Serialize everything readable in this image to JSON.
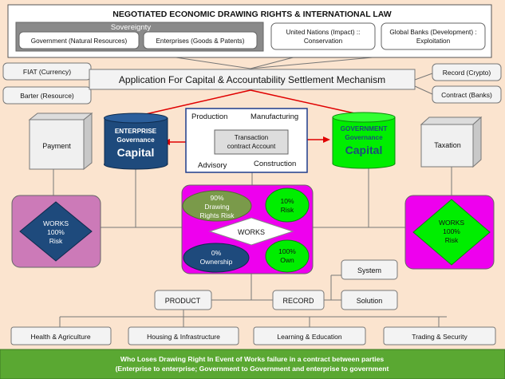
{
  "header": {
    "title": "NEGOTIATED ECONOMIC DRAWING RIGHTS & INTERNATIONAL LAW",
    "sovereignty": {
      "label": "Sovereignty",
      "items": [
        "Government (Natural Resources)",
        "Enterprises (Goods & Patents)"
      ]
    },
    "un": [
      "United Nations (Impact) ::",
      "Conservation"
    ],
    "banks": [
      "Global Banks (Development) :",
      "Exploitation"
    ]
  },
  "side_left": [
    "FIAT (Currency)",
    "Barter (Resource)"
  ],
  "side_right": [
    "Record (Crypto)",
    "Contract (Banks)"
  ],
  "application_bar": "Application For Capital & Accountability Settlement Mechanism",
  "enterprise": {
    "line1": "ENTERPRISE",
    "line2": "Governance",
    "line3": "Capital"
  },
  "government": {
    "line1": "GOVERNMENT",
    "line2": "Governance",
    "line3": "Capital"
  },
  "payment": "Payment",
  "taxation": "Taxation",
  "contract_box": {
    "production": "Production",
    "manufacturing": "Manufacturing",
    "advisory": "Advisory",
    "construction": "Construction",
    "transaction": [
      "Transaction",
      "contract Account"
    ]
  },
  "works_left": [
    "WORKS",
    "100%",
    "Risk"
  ],
  "works_right": [
    "WORKS",
    "100%",
    "Risk"
  ],
  "center": {
    "drawing_risk": [
      "90%",
      "Drawing",
      "Rights Risk"
    ],
    "risk10": [
      "10%",
      "Risk"
    ],
    "works": "WORKS",
    "ownership": [
      "0%",
      "Ownership"
    ],
    "own100": [
      "100%",
      "Own"
    ]
  },
  "product": "PRODUCT",
  "record": "RECORD",
  "system": "System",
  "solution": "Solution",
  "sectors": [
    "Health & Agriculture",
    "Housing & Infrastructure",
    "Learning & Education",
    "Trading & Security"
  ],
  "footer": [
    "Who Loses Drawing Right In Event of Works failure in a contract between parties",
    "(Enterprise to enterprise; Government to Government and enterprise to government"
  ],
  "colors": {
    "background": "#fbe4cf",
    "navy": "#1e4a7c",
    "green": "#00ee00",
    "magenta": "#ee00ee",
    "olive": "#7a9a4a",
    "footer_green": "#5aa832",
    "arrow_red": "#e00000"
  }
}
